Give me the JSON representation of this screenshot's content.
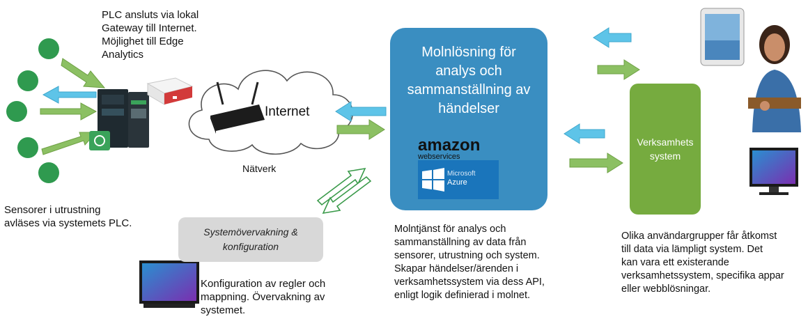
{
  "plc_text": [
    "PLC ansluts via lokal",
    "Gateway till Internet.",
    "Möjlighet till Edge",
    "Analytics"
  ],
  "sensor_text": [
    "Sensorer i utrustning",
    "avläses via systemets PLC."
  ],
  "internet_label": "Internet",
  "network_label": "Nätverk",
  "cloud_box": [
    "Molnlösning för",
    "analys och",
    "sammanställning av",
    "händelser"
  ],
  "amazon": {
    "name": "amazon",
    "sub": "webservices"
  },
  "azure": {
    "brand": "Microsoft",
    "product": "Azure"
  },
  "monitor_box": [
    "Systemövervakning &",
    "konfiguration"
  ],
  "config_text": [
    "Konfiguration av regler och",
    "mappning. Övervakning av",
    "systemet."
  ],
  "cloud_desc": [
    "Molntjänst för analys och",
    "sammanställning av data från",
    "sensorer, utrustning och system.",
    "Skapar händelser/ärenden i",
    "verksamhetssystem via dess API,",
    "enligt logik definierad i molnet."
  ],
  "business_box": [
    "Verksamhets",
    "system"
  ],
  "users_text": [
    "Olika användargrupper får åtkomst",
    "till data via lämpligt system. Det",
    "kan vara ett existerande",
    "verksamhetssystem, specifika appar",
    "eller webblösningar."
  ],
  "colors": {
    "cloud_blue": "#3a8ec1",
    "green": "#76ab3f",
    "arrow_green": "#8cc063",
    "arrow_blue": "#5ec4e8",
    "sensor_green": "#2f9a4f"
  }
}
